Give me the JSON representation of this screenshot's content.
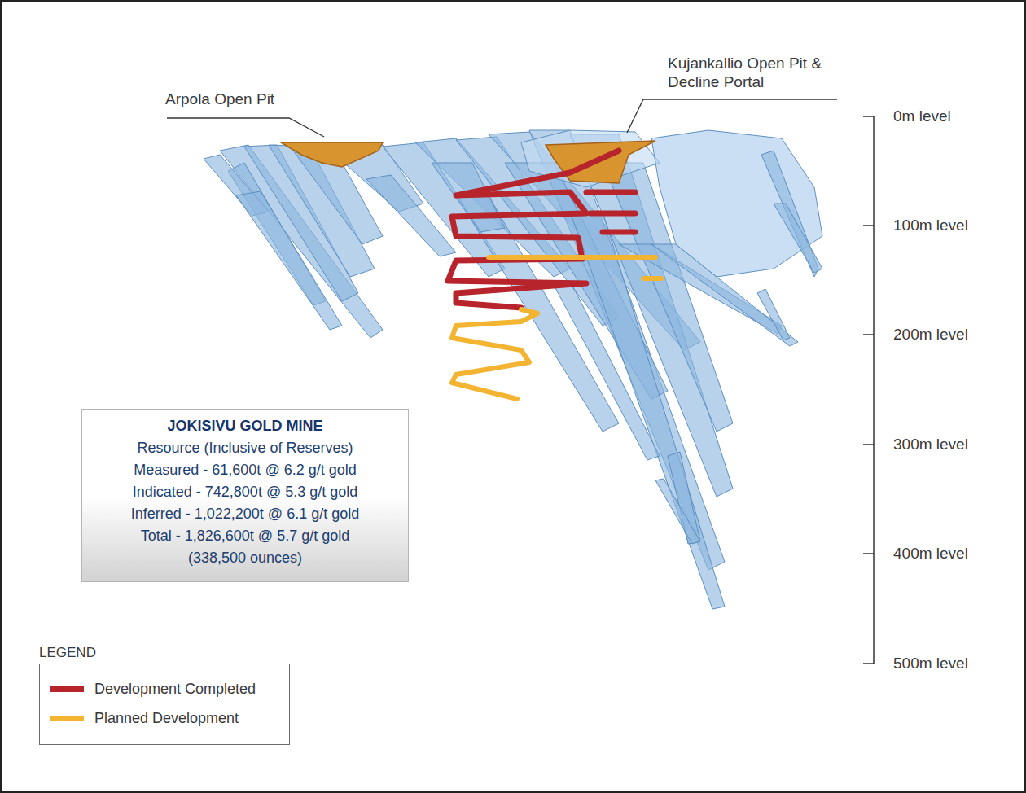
{
  "diagram": {
    "nodes": [
      {
        "text": [
          "JOKISIVU GOLD MINE",
          "Resource (Inclusive of Reserves)",
          "Measured - 61,600t @ 6.2 g/t gold",
          "Indicated - 742,800t @ 5.3 g/t gold",
          "Inferred - 1,022,200t @ 6.1 g/t gold",
          "Total - 1,826,600t @ 5.7 g/t gold",
          "(338,500 ounces)"
        ]
      }
    ],
    "labels": [
      "Arpola Open Pit",
      "Kujankallio Open Pit & Decline Portal",
      "0m level",
      "100m level",
      "200m level",
      "300m level",
      "400m level",
      "500m level",
      "LEGEND"
    ],
    "legend": [
      {
        "text": "Development Completed",
        "color": "#b8242b"
      },
      {
        "text": "Planned Development",
        "color": "#f2b431"
      }
    ]
  }
}
